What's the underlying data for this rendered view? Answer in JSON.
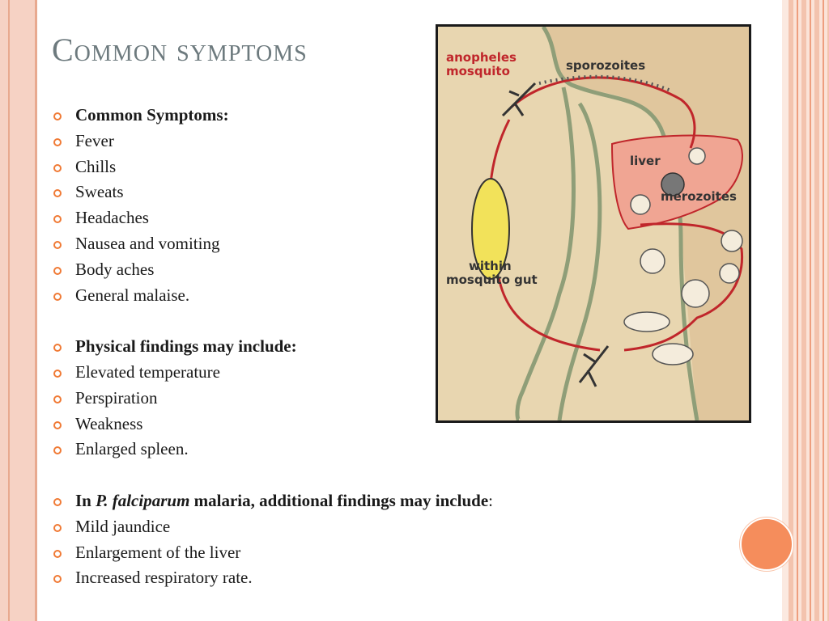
{
  "slide": {
    "title": "Common symptoms"
  },
  "bullets": {
    "symptoms_heading": "Common Symptoms:",
    "symptoms": [
      "Fever",
      "Chills",
      "Sweats",
      "Headaches",
      "Nausea and vomiting",
      "Body aches",
      "General malaise."
    ],
    "findings_heading": "Physical findings may include:",
    "findings": [
      "Elevated temperature",
      "Perspiration",
      "Weakness",
      "Enlarged spleen."
    ],
    "falciparum_prefix": "In ",
    "falciparum_species": "P. falciparum",
    "falciparum_suffix": " malaria, additional findings may include",
    "falciparum_colon": ":",
    "falciparum_findings": [
      "Mild jaundice",
      "Enlargement of the liver",
      "Increased respiratory rate."
    ]
  },
  "diagram": {
    "label_mosquito": "anopheles mosquito",
    "label_mosquito_line1": "anopheles",
    "label_mosquito_line2": "mosquito",
    "label_sporozoites": "sporozoites",
    "label_liver": "liver",
    "label_merozoites": "merozoites",
    "label_gut_line1": "within",
    "label_gut_line2": "mosquito gut"
  },
  "colors": {
    "accent": "#f07a35",
    "title": "#6d7a7e",
    "diagram_bg": "#e8d6b0",
    "diagram_red": "#c0262b",
    "body_outline": "#8f9e78",
    "liver": "#f0a593"
  }
}
